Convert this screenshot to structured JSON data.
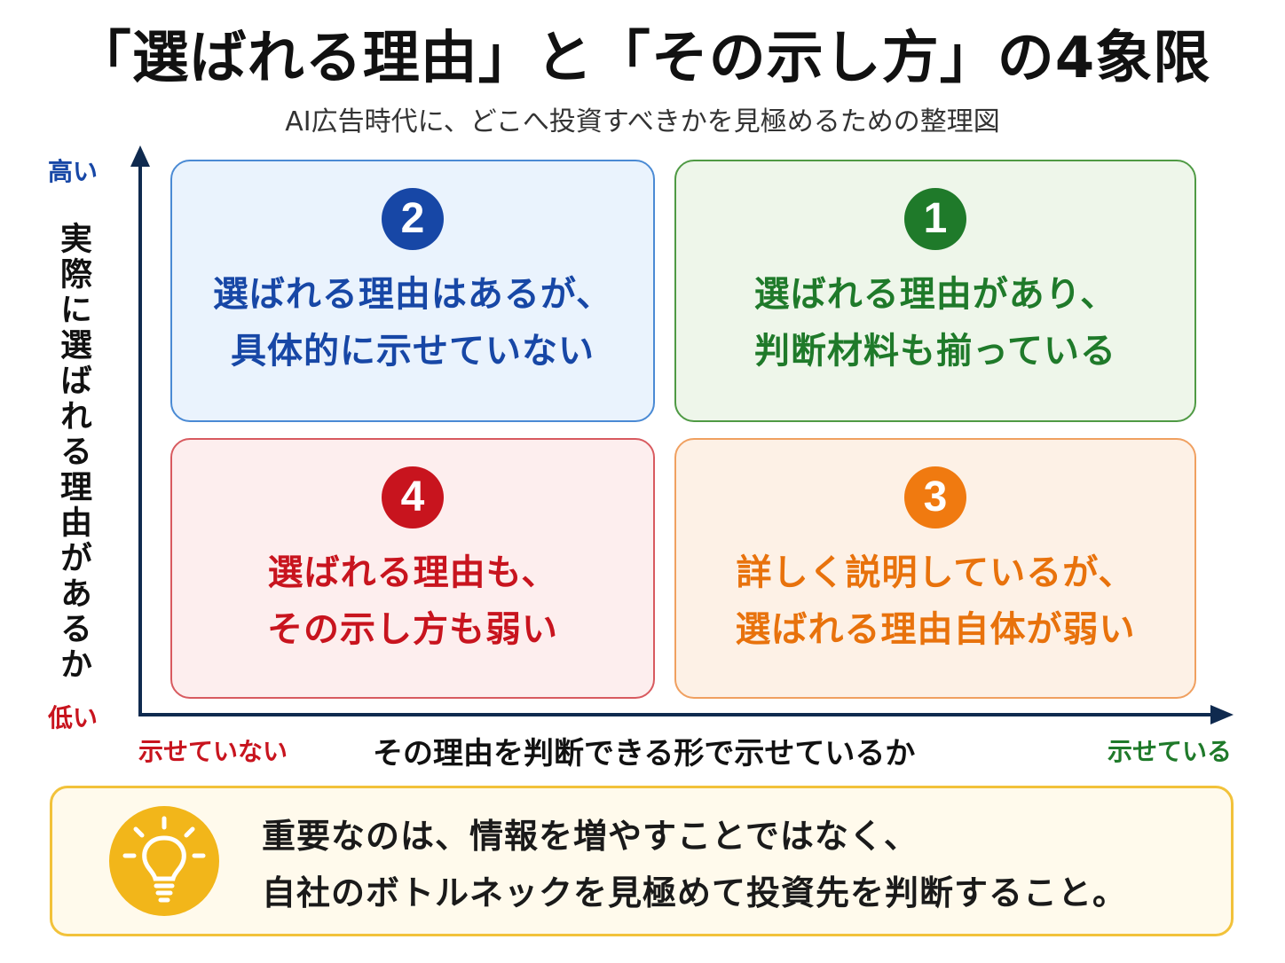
{
  "title": "「選ばれる理由」と「その示し方」の4象限",
  "subtitle": "AI広告時代に、どこへ投資すべきかを見極めるための整理図",
  "y_axis": {
    "label": "実際に選ばれる理由があるか",
    "high": "高い",
    "low": "低い"
  },
  "x_axis": {
    "label": "その理由を判断できる形で示せているか",
    "left": "示せていない",
    "right": "示せている"
  },
  "quadrants": {
    "q1": {
      "number": "1",
      "line1": "選ばれる理由があり、",
      "line2": "判断材料も揃っている"
    },
    "q2": {
      "number": "2",
      "line1": "選ばれる理由はあるが、",
      "line2": "具体的に示せていない"
    },
    "q3": {
      "number": "3",
      "line1": "詳しく説明しているが、",
      "line2": "選ばれる理由自体が弱い"
    },
    "q4": {
      "number": "4",
      "line1": "選ばれる理由も、",
      "line2": "その示し方も弱い"
    }
  },
  "note": {
    "icon": "lightbulb-icon",
    "line1": "重要なのは、情報を増やすことではなく、",
    "line2": "自社のボトルネックを見極めて投資先を判断すること。"
  },
  "colors": {
    "blue": "#1747a6",
    "green": "#1f7a2a",
    "red": "#c8141e",
    "orange": "#e8720c",
    "yellow": "#f2b61a"
  }
}
